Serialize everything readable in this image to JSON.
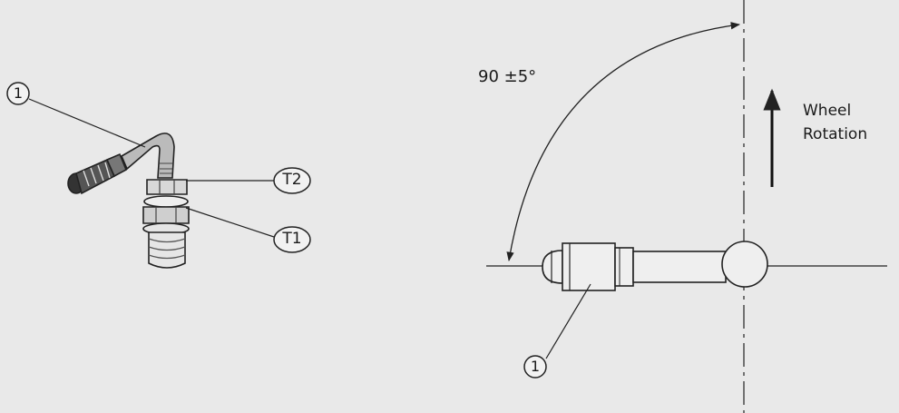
{
  "left_figure": {
    "callout_part": "1",
    "callout_t2": "T2",
    "callout_t1": "T1"
  },
  "right_figure": {
    "angle_label": "90 ±5°",
    "rotation_line1": "Wheel",
    "rotation_line2": "Rotation",
    "callout_part": "1"
  }
}
